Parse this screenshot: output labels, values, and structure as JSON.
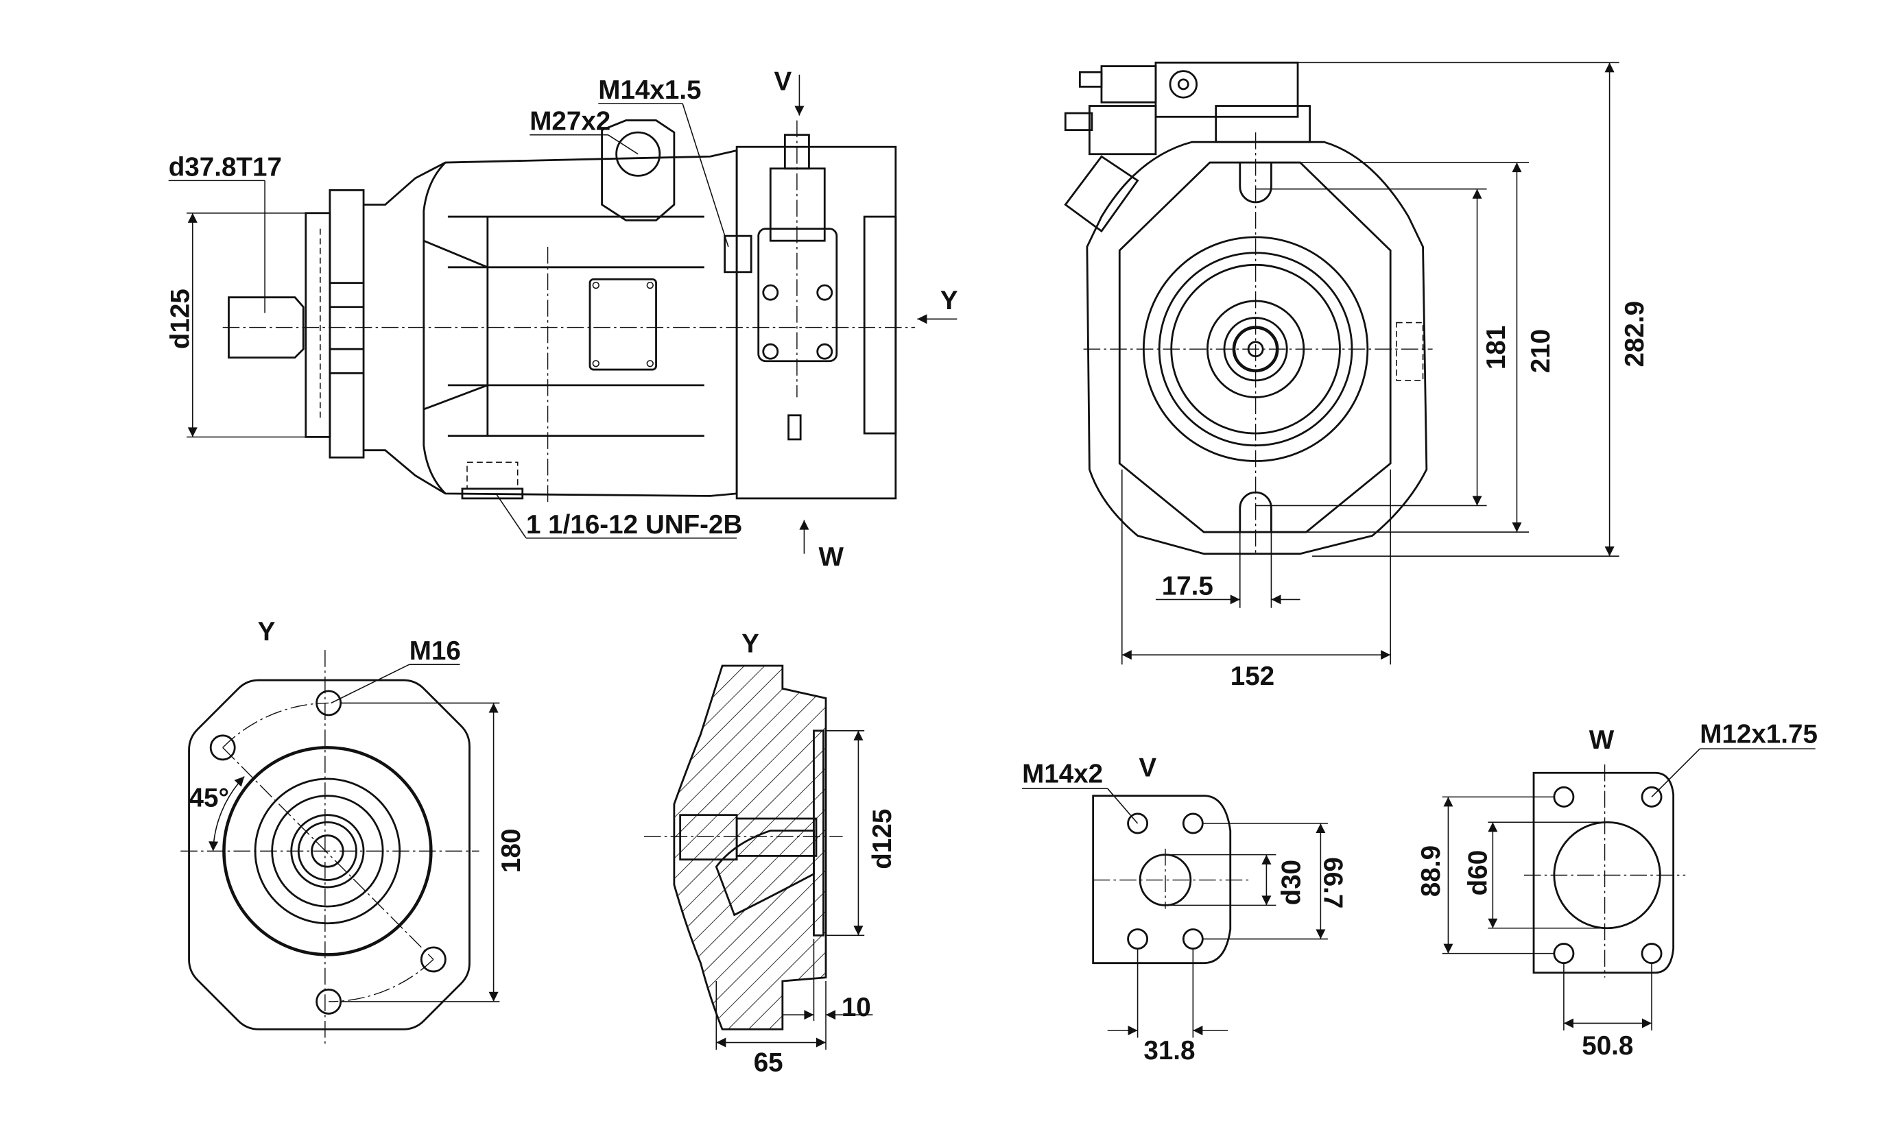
{
  "document": {
    "type": "engineering-drawing",
    "subject": "axial piston pump dimensional drawing",
    "units": "mm"
  },
  "views": {
    "side_view": {
      "labels": {
        "shaft": "d37.8T17",
        "pilot_diameter": "d125",
        "port_top": "M27x2",
        "port_gauge": "M14x1.5",
        "drain_port": "1 1/16-12 UNF-2B",
        "view_v": "V",
        "view_w": "W",
        "view_y": "Y"
      }
    },
    "front_view": {
      "dimensions": {
        "height_total": "282.9",
        "height_210": "210",
        "height_181": "181",
        "width_152": "152",
        "offset_17_5": "17.5"
      }
    },
    "flange_view_y": {
      "title": "Y",
      "thread": "M16",
      "angle": "45°",
      "dimension": "180"
    },
    "section_view_y": {
      "title": "Y",
      "pilot": "d125",
      "depth": "65",
      "flange_thickness": "10"
    },
    "port_view_v": {
      "title": "V",
      "thread": "M14x2",
      "bore": "d30",
      "spacing_vertical": "66.7",
      "spacing_horizontal": "31.8"
    },
    "port_view_w": {
      "title": "W",
      "thread": "M12x1.75",
      "bore": "d60",
      "spacing_vertical": "88.9",
      "spacing_horizontal": "50.8"
    }
  }
}
